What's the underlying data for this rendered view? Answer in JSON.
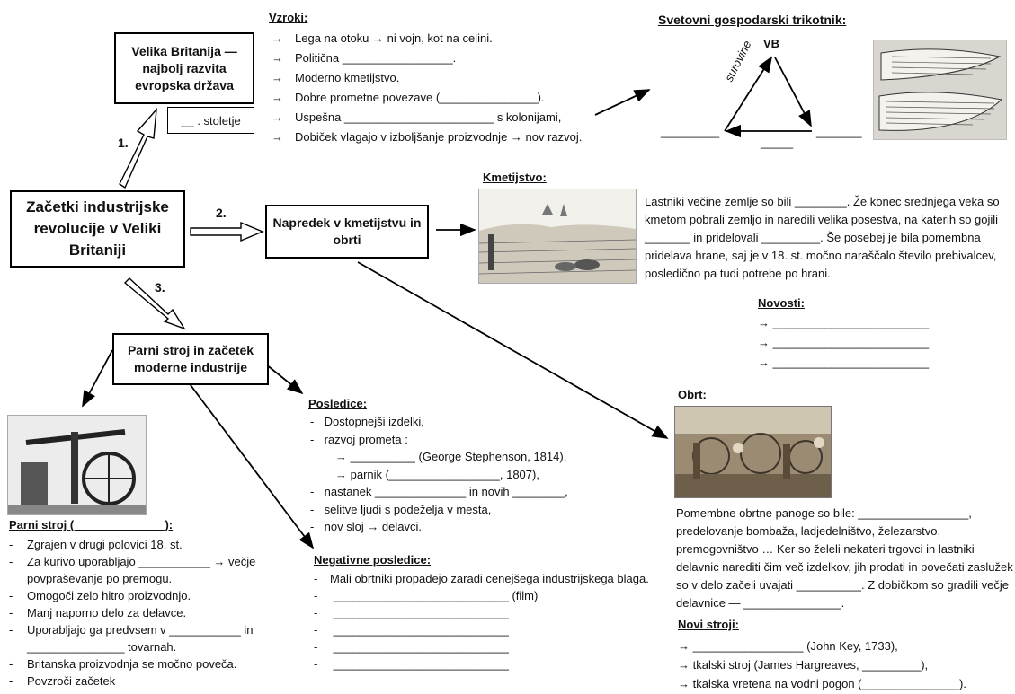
{
  "center": {
    "title": "Začetki industrijske revolucije v Veliki Britaniji"
  },
  "nodes": {
    "vb": "Velika Britanija — najbolj razvita evropska država",
    "century": "__ . stoletje",
    "agri": "Napredek v kmetijstvu in obrti",
    "steam": "Parni stroj in začetek moderne industrije"
  },
  "arrow_labels": [
    "1.",
    "2.",
    "3."
  ],
  "vzroki": {
    "heading": "Vzroki:",
    "items": [
      "Lega na otoku → ni vojn, kot na celini.",
      "Politična _________________.",
      "Moderno kmetijstvo.",
      "Dobre prometne povezave (_______________).",
      "Uspešna _______________________ s kolonijami,",
      "Dobiček vlagajo v izboljšanje proizvodnje → nov razvoj."
    ]
  },
  "triangle": {
    "heading": "Svetovni gospodarski trikotnik:",
    "top": "VB",
    "side_label": "surovine",
    "blank_left": "_________",
    "blank_right": "_______",
    "blank_bottom": "_____"
  },
  "kmetijstvo": {
    "heading": "Kmetijstvo:",
    "text": "Lastniki večine zemlje so bili ________. Že konec srednjega veka so kmetom pobrali zemljo in naredili velika posestva, na katerih so gojili _______ in pridelovali _________. Še posebej je bila pomembna pridelava hrane, saj je v 18. st. močno naraščalo število prebivalcev, posledično pa tudi potrebe po hrani."
  },
  "novosti": {
    "heading": "Novosti:",
    "items": [
      "→  ________________________",
      "→  ________________________",
      "→  ________________________"
    ]
  },
  "obrt": {
    "heading": "Obrt:",
    "text": "Pomembne obrtne panoge so bile: _________________, predelovanje bombaža, ladjedelništvo, železarstvo, premogovništvo … Ker so želeli nekateri trgovci in lastniki delavnic narediti čim več izdelkov, jih prodati in povečati zaslužek so v delo začeli uvajati __________. Z dobičkom so gradili večje delavnice — _______________."
  },
  "novi_stroji": {
    "heading": "Novi stroji:",
    "items": [
      "→  _________________ (John Key, 1733),",
      "→  tkalski stroj (James Hargreaves, _________),",
      "→  tkalska vretena na vodni pogon (_______________)."
    ]
  },
  "posledice": {
    "heading": "Posledice:",
    "items": [
      "Dostopnejši izdelki,",
      "razvoj prometa :",
      "→ __________ (George Stephenson, 1814),",
      "→ parnik (_________________, 1807),",
      "nastanek ______________ in novih ________,",
      "selitve ljudi s podeželja v mesta,",
      "nov sloj → delavci."
    ]
  },
  "negativne": {
    "heading": "Negativne posledice:",
    "items": [
      "Mali obrtniki propadejo zaradi cenejšega industrijskega blaga.",
      "___________________________ (film)",
      "___________________________",
      "___________________________",
      "___________________________",
      "___________________________"
    ]
  },
  "parni_stroj": {
    "heading": "Parni stroj (______________):",
    "items": [
      "Zgrajen v drugi polovici 18. st.",
      "Za kurivo uporabljajo ___________ → večje povpraševanje po premogu.",
      "Omogoči zelo hitro proizvodnjo.",
      "Manj naporno delo za delavce.",
      "Uporabljajo ga predvsem v ___________ in _______________ tovarnah.",
      "Britanska proizvodnja se močno poveča.",
      "Povzroči začetek"
    ]
  }
}
